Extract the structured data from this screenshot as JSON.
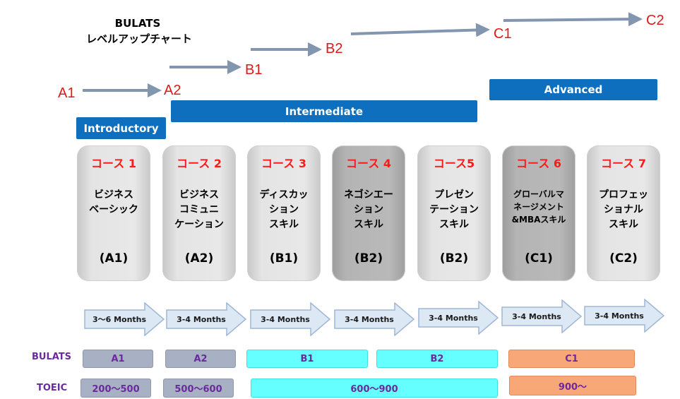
{
  "title": {
    "line1": "BULATS",
    "line2": "レベルアップチャート"
  },
  "levels": [
    "A1",
    "A2",
    "B1",
    "B2",
    "C1",
    "C2"
  ],
  "bands": {
    "introductory": "Introductory",
    "intermediate": "Intermediate",
    "advanced": "Advanced"
  },
  "courses": [
    {
      "course": "コース 1",
      "name": "ビジネス\nベーシック",
      "level": "(A1)"
    },
    {
      "course": "コース 2",
      "name": "ビジネス\nコミュニ\nケーション",
      "level": "(A2)"
    },
    {
      "course": "コース 3",
      "name": "ディスカッ\nション\nスキル",
      "level": "(B1)"
    },
    {
      "course": "コース 4",
      "name": "ネゴシエー\nション\nスキル",
      "level": "(B2)"
    },
    {
      "course": "コース5",
      "name": "プレゼン\nテーション\nスキル",
      "level": "(B2)"
    },
    {
      "course": "コース 6",
      "name": "グローバルマ\nネージメント\n&MBAスキル",
      "level": "(C1)"
    },
    {
      "course": "コース 7",
      "name": "プロフェッ\nショナル\nスキル",
      "level": "(C2)"
    }
  ],
  "durations": [
    "3〜6 Months",
    "3-4 Months",
    "3-4 Months",
    "3-4 Months",
    "3-4 Months",
    "3-4 Months",
    "3-4 Months"
  ],
  "rows": {
    "bulats_label": "BULATS",
    "toeic_label": "TOEIC"
  },
  "bulats": [
    "A1",
    "A2",
    "B1",
    "B2",
    "C1"
  ],
  "toeic": [
    "200〜500",
    "500〜600",
    "600〜900",
    "900〜"
  ],
  "colors": {
    "band_blue": "#0f6fbf",
    "level_red": "#e21818",
    "arrow_gray": "#8396b0",
    "row_purple": "#6a2a9e",
    "bar_gray": "#a8b0c3",
    "bar_cyan": "#66ffff",
    "bar_orange": "#f8a878"
  }
}
